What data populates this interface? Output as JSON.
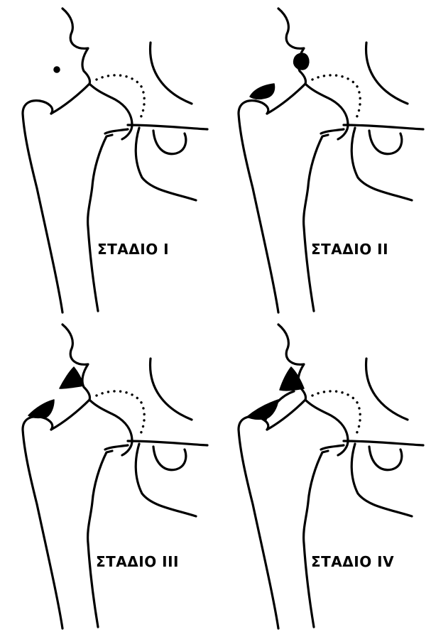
{
  "panels": [
    {
      "id": "1",
      "label": "ΣΤΑΔΙΟ Ι"
    },
    {
      "id": "2",
      "label": "ΣΤΑΔΙΟ ΙΙ"
    },
    {
      "id": "3",
      "label": "ΣΤΑΔΙΟ ΙΙΙ"
    },
    {
      "id": "4",
      "label": "ΣΤΑΔΙΟ ΙV"
    }
  ]
}
